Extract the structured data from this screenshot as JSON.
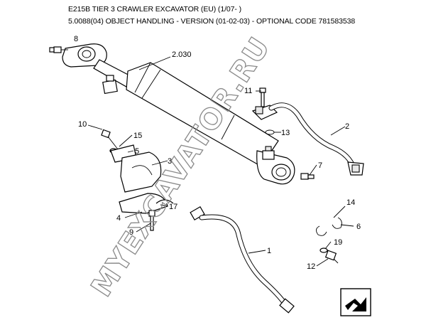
{
  "header": {
    "line1": "E215B TIER 3 CRAWLER EXCAVATOR (EU) (1/07- )",
    "line2": "5.0088(04) OBJECT HANDLING - VERSION (01-02-03) - OPTIONAL CODE 781583538"
  },
  "watermark": "MYEXCAVATOR.RU",
  "callouts": {
    "c8": "8",
    "c2030": "2.030",
    "c11": "11",
    "c2": "2",
    "c13": "13",
    "c10": "10",
    "c15": "15",
    "c5": "5",
    "c3": "3",
    "c7": "7",
    "c17": "17",
    "c4": "4",
    "c9": "9",
    "c14": "14",
    "c6": "6",
    "c1": "1",
    "c19": "19",
    "c12": "12"
  },
  "icons": {
    "nav": "next-page-arrow-icon"
  }
}
